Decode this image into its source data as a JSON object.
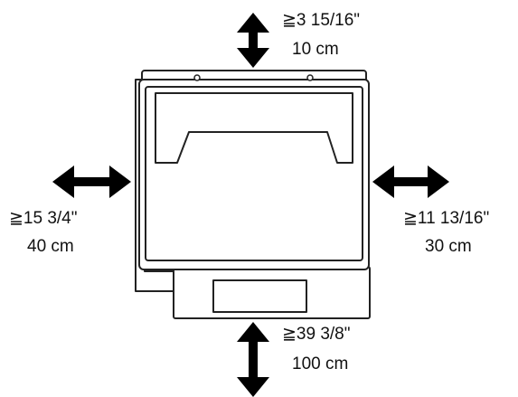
{
  "clearances": {
    "top": {
      "inches": "≧3 15/16\"",
      "cm": "10 cm"
    },
    "left": {
      "inches": "≧15 3/4\"",
      "cm": "40 cm"
    },
    "right": {
      "inches": "≧11 13/16\"",
      "cm": "30 cm"
    },
    "bottom": {
      "inches": "≧39 3/8\"",
      "cm": "100 cm"
    }
  },
  "colors": {
    "line": "#222222",
    "arrow": "#000000",
    "background": "#ffffff"
  }
}
